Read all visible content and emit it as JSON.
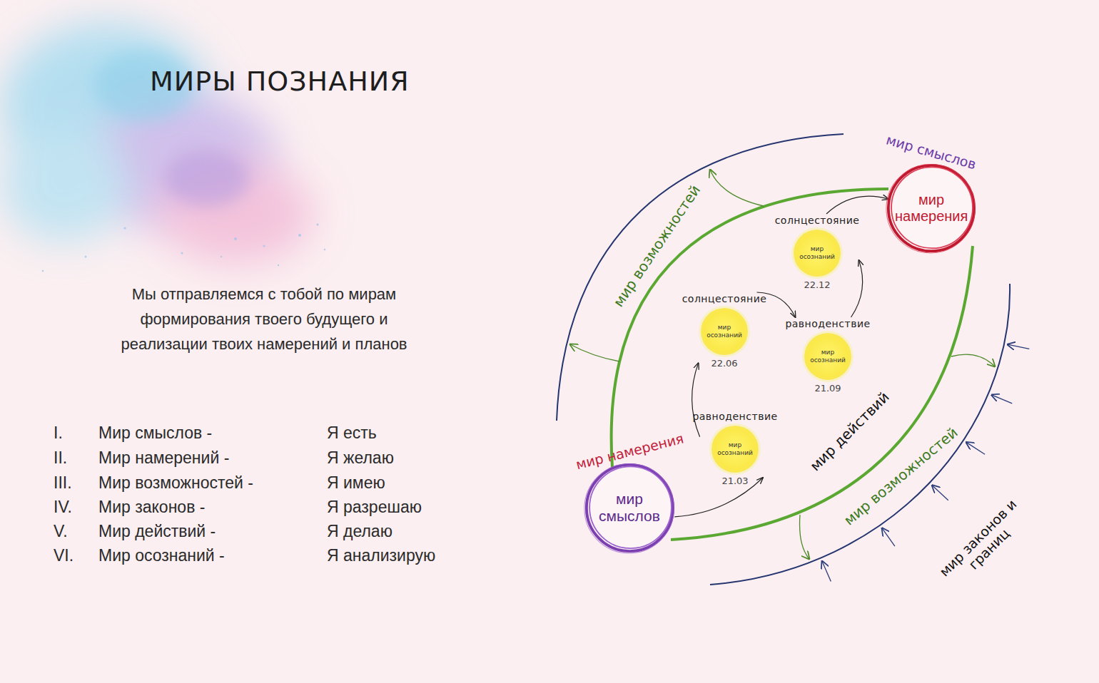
{
  "diagram": {
    "title": "МИРЫ ПОЗНАНИЯ",
    "nodes": [
      {
        "text": [
          "мир намерения",
          "мир смыслов"
        ]
      },
      {
        "text": [
          "равноденствие",
          "мир осознаний",
          "21.03"
        ]
      },
      {
        "text": [
          "солнцестояние",
          "мир осознаний",
          "22.06"
        ]
      },
      {
        "text": [
          "равноденствие",
          "мир осознаний",
          "21.09"
        ]
      },
      {
        "text": [
          "солнцестояние",
          "мир осознаний",
          "22.12"
        ]
      },
      {
        "text": [
          "мир смыслов",
          "мир намерения"
        ]
      }
    ],
    "edges": [
      {
        "from": 0,
        "to": 1,
        "arrow": "to"
      },
      {
        "from": 1,
        "to": 2,
        "arrow": "to"
      },
      {
        "from": 2,
        "to": 3,
        "arrow": "to"
      },
      {
        "from": 3,
        "to": 4,
        "arrow": "to"
      },
      {
        "from": 4,
        "to": 5,
        "arrow": "to"
      }
    ],
    "labels": [
      "Мы отправляемся с тобой по мирам формирования твоего будущего и реализации твоих намерений и планов",
      "I.",
      "Мир смыслов -",
      "Я  есть",
      "II.",
      "Мир намерений -",
      "Я желаю",
      "III.",
      "Мир возможностей -",
      "Я имею",
      "IV.",
      "Мир законов -",
      "Я разрешаю",
      "V.",
      "Мир действий -",
      "Я делаю",
      "VI.",
      "Мир осознаний -",
      "Я анализирую",
      "мир возможностей",
      "мир действий",
      "мир возможностей",
      "мир законов и границ"
    ]
  }
}
